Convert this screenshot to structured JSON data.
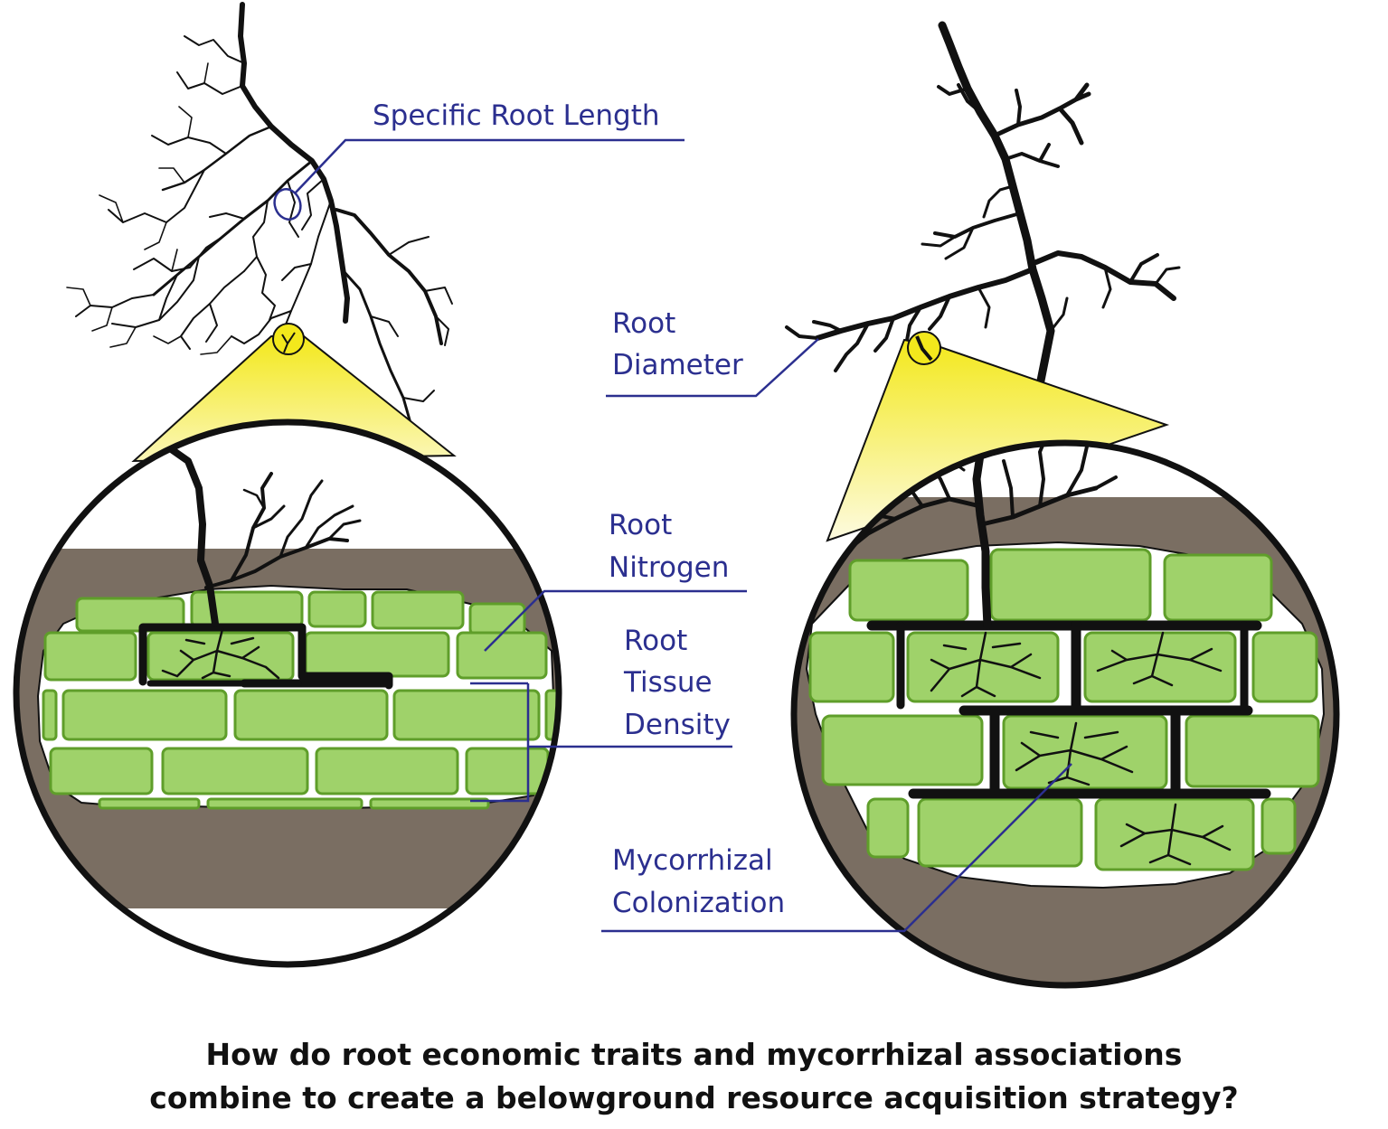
{
  "labels": {
    "specific_root_length": "Specific Root Length",
    "root_diameter_1": "Root",
    "root_diameter_2": "Diameter",
    "root_nitrogen_1": "Root",
    "root_nitrogen_2": "Nitrogen",
    "root_tissue_density_1": "Root",
    "root_tissue_density_2": "Tissue",
    "root_tissue_density_3": "Density",
    "mycorrhizal_colonization_1": "Mycorrhizal",
    "mycorrhizal_colonization_2": "Colonization"
  },
  "question": {
    "line1": "How do root economic traits and mycorrhizal associations",
    "line2": "combine to create a belowground resource acquisition strategy?"
  },
  "colors": {
    "label_blue": "#2b2f8f",
    "soil_brown": "#7a6e62",
    "cell_green": "#9fd26a",
    "cell_edge": "#5f9e2a",
    "magnifier_yellow": "#f5ec3a",
    "root_black": "#111111"
  }
}
